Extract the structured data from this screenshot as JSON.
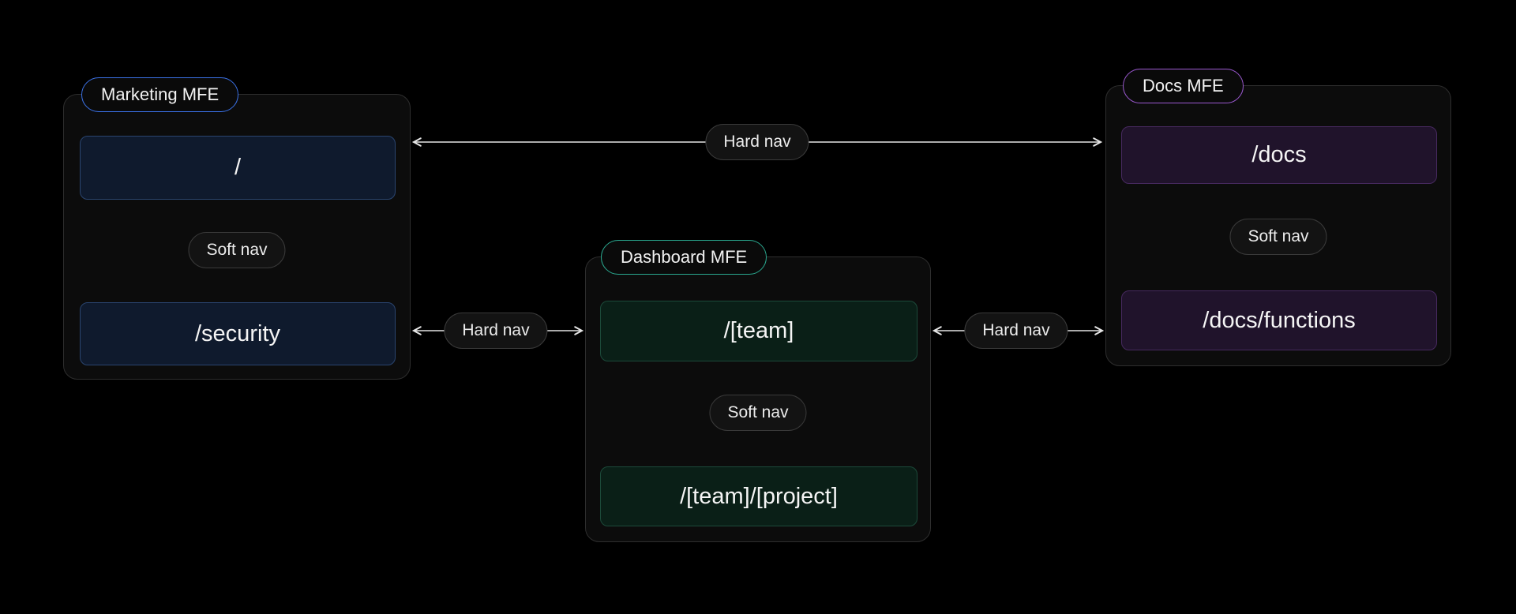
{
  "diagram": {
    "groups": [
      {
        "id": "marketing",
        "label": "Marketing MFE",
        "accent": "#3b72e8",
        "route_bg": "#0f1a2d",
        "route_border": "#2a4570",
        "routes": [
          "/",
          "/security"
        ]
      },
      {
        "id": "dashboard",
        "label": "Dashboard MFE",
        "accent": "#2aa88f",
        "route_bg": "#0a1f17",
        "route_border": "#1c4a3a",
        "routes": [
          "/[team]",
          "/[team]/[project]"
        ]
      },
      {
        "id": "docs",
        "label": "Docs MFE",
        "accent": "#9b59d0",
        "route_bg": "#20132b",
        "route_border": "#46295e",
        "routes": [
          "/docs",
          "/docs/functions"
        ]
      }
    ],
    "edges": [
      {
        "id": "hard-top",
        "type": "hard",
        "label": "Hard nav"
      },
      {
        "id": "hard-left",
        "type": "hard",
        "label": "Hard nav"
      },
      {
        "id": "hard-right",
        "type": "hard",
        "label": "Hard nav"
      },
      {
        "id": "soft-marketing",
        "type": "soft",
        "label": "Soft nav"
      },
      {
        "id": "soft-dashboard",
        "type": "soft",
        "label": "Soft nav"
      },
      {
        "id": "soft-docs",
        "type": "soft",
        "label": "Soft nav"
      }
    ]
  }
}
